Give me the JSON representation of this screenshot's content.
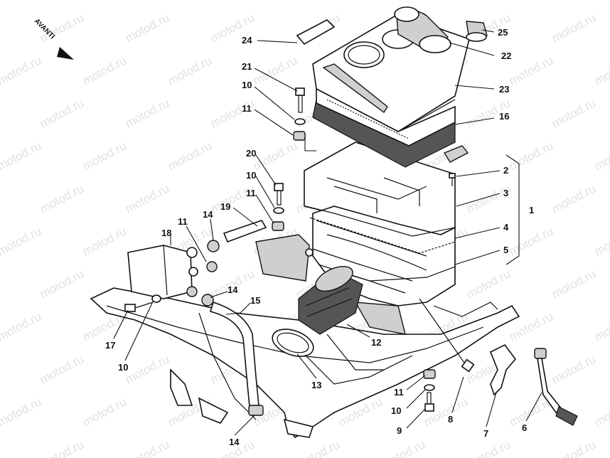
{
  "watermark": "motod.ru",
  "direction_label": "AVANTI",
  "callouts": [
    "24",
    "21",
    "10",
    "11",
    "20",
    "10",
    "11",
    "19",
    "14",
    "18",
    "11",
    "14",
    "15",
    "17",
    "10",
    "14",
    "25",
    "22",
    "23",
    "16",
    "2",
    "3",
    "1",
    "4",
    "5",
    "12",
    "13",
    "11",
    "10",
    "9",
    "8",
    "7",
    "6"
  ]
}
